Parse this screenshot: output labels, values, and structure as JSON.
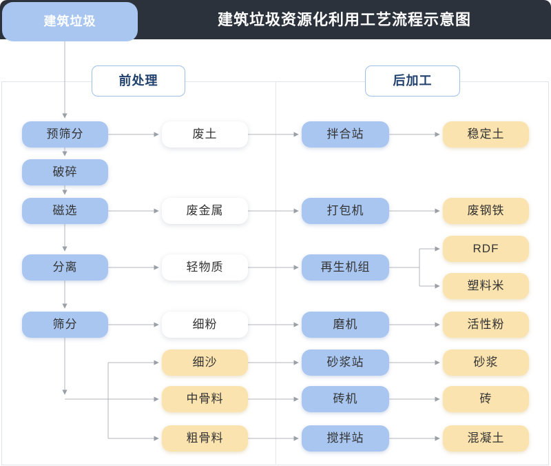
{
  "header": {
    "tab": "建筑垃圾",
    "title": "建筑垃圾资源化利用工艺流程示意图"
  },
  "sections": {
    "pre": "前处理",
    "post": "后加工"
  },
  "colors": {
    "header_bg": "#2B323C",
    "node_blue": "#A9C6F0",
    "node_yellow": "#FAE3AE",
    "label_text": "#20406D",
    "line": "#B3B6BB"
  },
  "diagram": {
    "pre_chain": [
      "预筛分",
      "破碎",
      "磁选",
      "分离",
      "筛分"
    ],
    "materials": [
      "废土",
      "废金属",
      "轻物质",
      "细粉",
      "细沙",
      "中骨料",
      "粗骨料"
    ],
    "machines": [
      "拌合站",
      "打包机",
      "再生机组",
      "磨机",
      "砂浆站",
      "砖机",
      "搅拌站"
    ],
    "products": [
      "稳定土",
      "废钢铁",
      "RDF",
      "塑料米",
      "活性粉",
      "砂浆",
      "砖",
      "混凝土"
    ],
    "edges": [
      "建筑垃圾→预筛分",
      "预筛分→破碎",
      "破碎→磁选",
      "磁选→分离",
      "分离→筛分",
      "预筛分→废土",
      "磁选→废金属",
      "分离→轻物质",
      "筛分→细粉",
      "筛分→细沙",
      "筛分→中骨料",
      "筛分→粗骨料",
      "废土→拌合站",
      "废金属→打包机",
      "轻物质→再生机组",
      "细粉→磨机",
      "细沙→砂浆站",
      "中骨料→砖机",
      "粗骨料→搅拌站",
      "拌合站→稳定土",
      "打包机→废钢铁",
      "再生机组→RDF",
      "再生机组→塑料米",
      "磨机→活性粉",
      "砂浆站→砂浆",
      "砖机→砖",
      "搅拌站→混凝土"
    ]
  }
}
